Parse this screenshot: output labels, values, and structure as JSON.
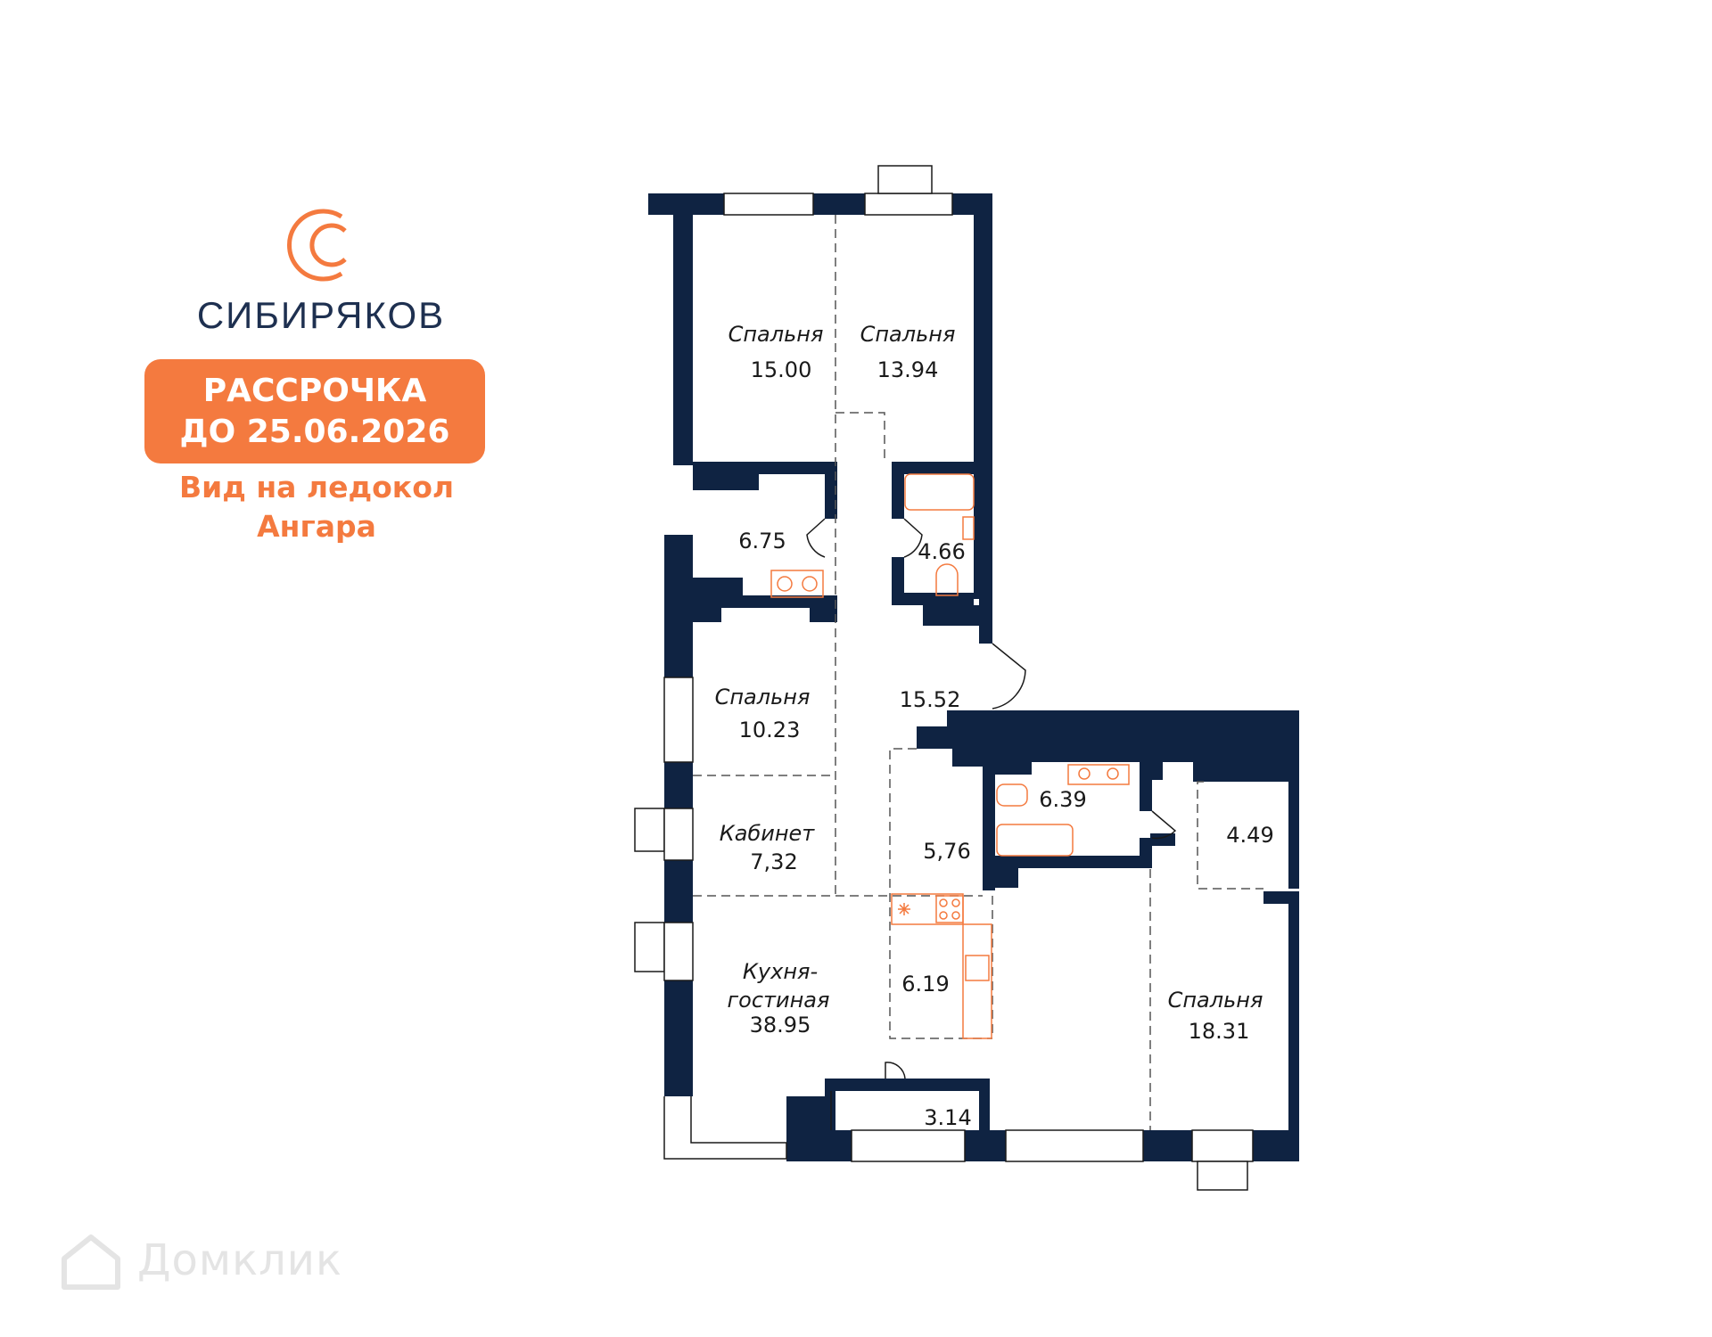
{
  "brand": {
    "name": "СИБИРЯКОВ",
    "logo_icon": "sibiryakov-c-logo-icon",
    "accent_color": "#f47a3f",
    "text_color": "#1e3050"
  },
  "promo": {
    "line1": "РАССРОЧКА",
    "line2": "ДО 25.06.2026"
  },
  "view_note": {
    "line1": "Вид на ледокол",
    "line2": "Ангара"
  },
  "rooms": {
    "bedroom_1": {
      "label": "Спальня",
      "area": "15.00"
    },
    "bedroom_2": {
      "label": "Спальня",
      "area": "13.94"
    },
    "laundry": {
      "area": "6.75"
    },
    "bathroom_1": {
      "area": "4.66"
    },
    "bedroom_3": {
      "label": "Спальня",
      "area": "10.23"
    },
    "hall": {
      "area": "15.52"
    },
    "study": {
      "label": "Кабинет",
      "area": "7,32"
    },
    "corridor": {
      "area": "5,76"
    },
    "bathroom_2": {
      "area": "6.39"
    },
    "wardrobe": {
      "area": "4.49"
    },
    "kitchen_area": {
      "area": "6.19"
    },
    "living_kitchen": {
      "label_line1": "Кухня-",
      "label_line2": "гостиная",
      "area": "38.95"
    },
    "bedroom_4": {
      "label": "Спальня",
      "area": "18.31"
    },
    "balcony": {
      "area": "3.14"
    }
  },
  "colors": {
    "wall": "#0f2342",
    "fixture": "#f47a3f"
  },
  "watermark": {
    "text": "Домклик",
    "icon": "house-icon"
  }
}
